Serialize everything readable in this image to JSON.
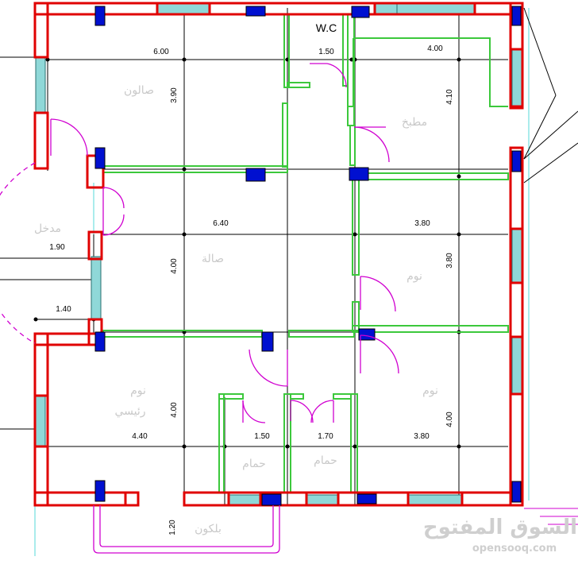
{
  "plan": {
    "wc_label": "W.C",
    "dimensions": {
      "salon_width": "6.00",
      "salon_depth": "3.90",
      "wc_width": "1.50",
      "kitchen_width": "4.00",
      "kitchen_depth": "4.10",
      "hall_width": "6.40",
      "hall_depth": "4.00",
      "bedroom_mid_width": "3.80",
      "bedroom_mid_depth": "3.80",
      "entrance_width": "1.90",
      "entrance_step": "1.40",
      "master_width": "4.40",
      "master_depth": "4.00",
      "bath1_width": "1.50",
      "bath2_width": "1.70",
      "bedroom_low_width": "3.80",
      "bedroom_low_depth": "4.00",
      "balcony_depth": "1.20"
    },
    "rooms": {
      "salon": "صالون",
      "kitchen": "مطبخ",
      "entrance": "مدخل",
      "hall": "صالة",
      "bedroom_mid": "نوم",
      "master_line1": "نوم",
      "master_line2": "رئيسي",
      "bedroom_low": "نوم",
      "bath1": "حمام",
      "bath2": "حمام",
      "balcony": "بلكون"
    }
  },
  "watermark": {
    "arabic": "السوق المفتوح",
    "latin": "opensooq.com"
  },
  "colors": {
    "wall_outline": "#e00000",
    "partition": "#3cc83c",
    "window": "#8fd8d8",
    "column": "#0010d0",
    "door": "#d000d0",
    "grid": "#000000"
  }
}
